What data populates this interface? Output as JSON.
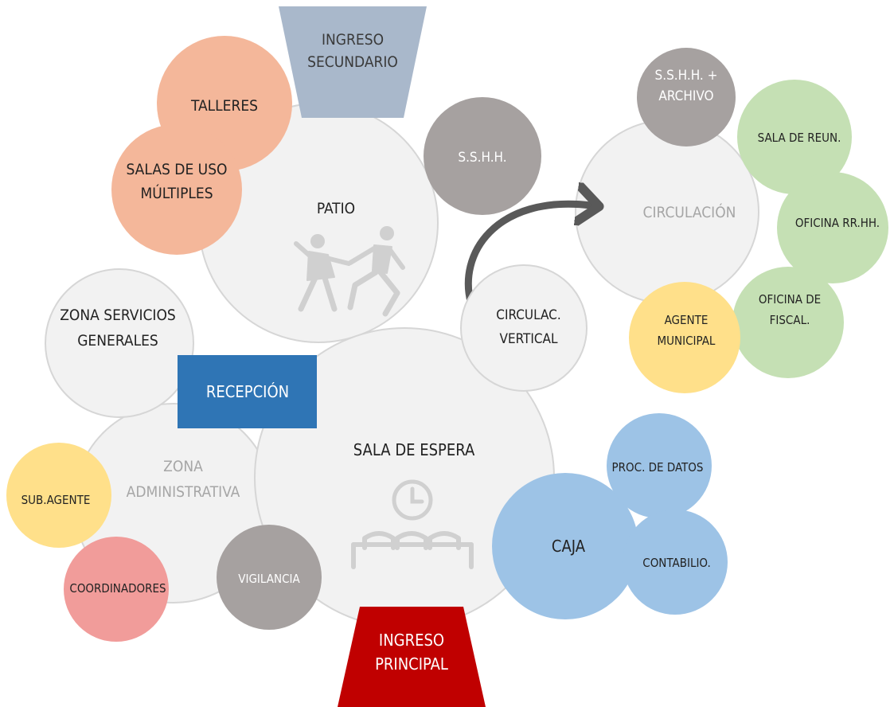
{
  "colors": {
    "gray_circle_fill": "#f2f2f2",
    "gray_circle_stroke": "#d6d6d6",
    "orange": "#f4b79a",
    "dark_gray": "#a6a1a0",
    "steel_blue": "#a9b8cb",
    "green": "#c5e0b4",
    "yellow": "#ffe08a",
    "blue": "#9dc3e6",
    "recepcion_blue": "#2f75b5",
    "red_ingreso": "#c00000",
    "coral": "#f19c9a",
    "arrow": "#595959",
    "icon_gray": "#d0d0d0"
  },
  "icons": [
    "dancing-people-icon",
    "clock-icon",
    "waiting-chairs-icon",
    "curved-arrow-icon"
  ],
  "nodes": {
    "ingreso_secundario": [
      "INGRESO",
      "SECUNDARIO"
    ],
    "talleres": [
      "TALLERES"
    ],
    "patio": [
      "PATIO"
    ],
    "salas_uso_multiples": [
      "SALAS DE USO",
      "MÚLTIPLES"
    ],
    "sshh": [
      "S.S.H.H."
    ],
    "sshh_archivo": [
      "S.S.H.H. +",
      "ARCHIVO"
    ],
    "circulacion": [
      "CIRCULACIÓN"
    ],
    "sala_reun": [
      "SALA DE REUN."
    ],
    "oficina_rrhh": [
      "OFICINA RR.HH."
    ],
    "oficina_fiscal": [
      "OFICINA DE",
      "FISCAL."
    ],
    "agente_municipal": [
      "AGENTE",
      "MUNICIPAL"
    ],
    "zona_servicios": [
      "ZONA SERVICIOS",
      "GENERALES"
    ],
    "circulac_vertical": [
      "CIRCULAC.",
      "VERTICAL"
    ],
    "recepcion": [
      "RECEPCIÓN"
    ],
    "zona_administrativa": [
      "ZONA",
      "ADMINISTRATIVA"
    ],
    "sala_espera": [
      "SALA DE ESPERA"
    ],
    "sub_agente": [
      "SUB.AGENTE"
    ],
    "coordinadores": [
      "COORDINADORES"
    ],
    "vigilancia": [
      "VIGILANCIA"
    ],
    "caja": [
      "CAJA"
    ],
    "proc_datos": [
      "PROC. DE DATOS"
    ],
    "contabilio": [
      "CONTABILIO."
    ],
    "ingreso_principal": [
      "INGRESO",
      "PRINCIPAL"
    ]
  }
}
